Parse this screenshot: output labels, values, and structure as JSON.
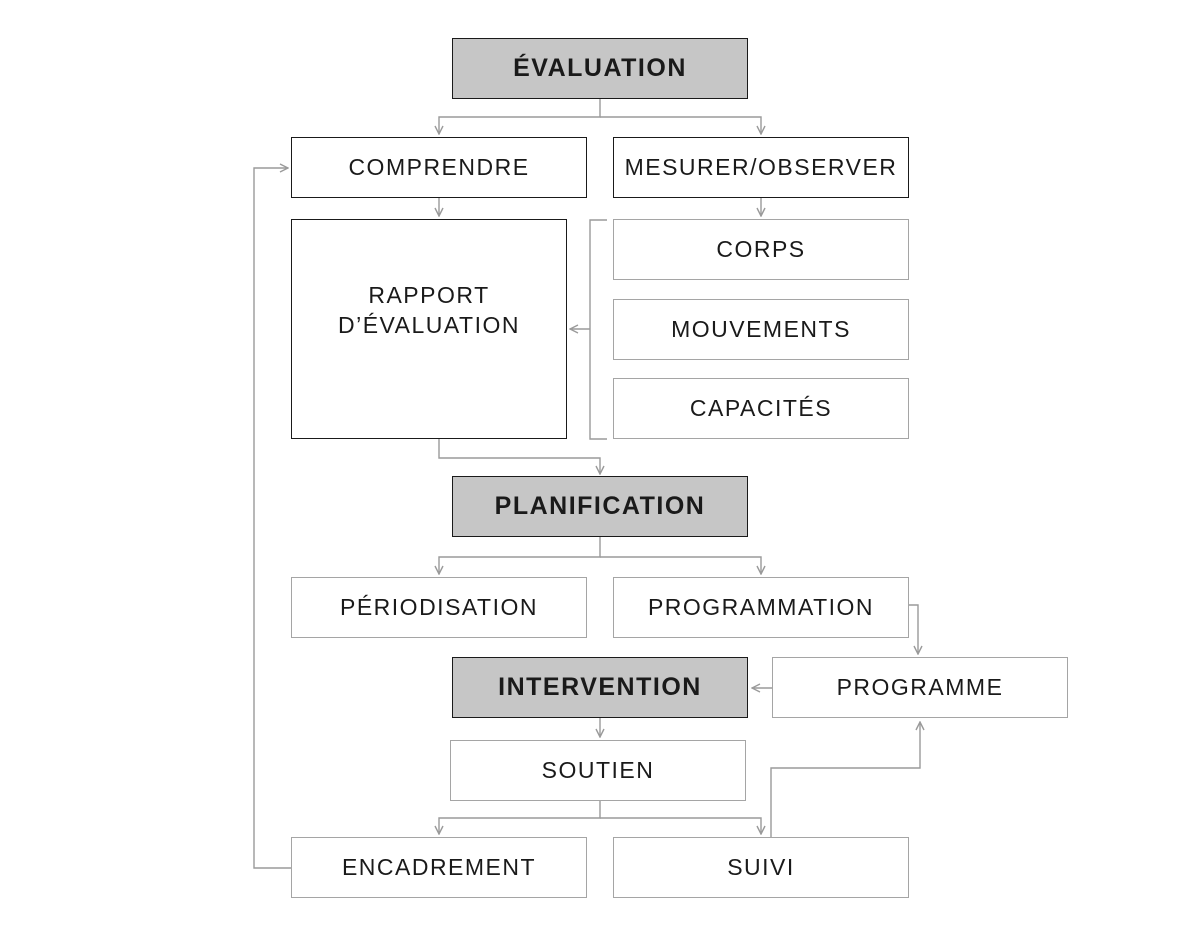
{
  "boxes": {
    "evaluation": "ÉVALUATION",
    "comprendre": "COMPRENDRE",
    "mesurer": "MESURER/OBSERVER",
    "rapport_line1": "RAPPORT",
    "rapport_line2": "D’ÉVALUATION",
    "corps": "CORPS",
    "mouvements": "MOUVEMENTS",
    "capacites": "CAPACITÉS",
    "planification": "PLANIFICATION",
    "periodisation": "PÉRIODISATION",
    "programmation": "PROGRAMMATION",
    "intervention": "INTERVENTION",
    "programme": "PROGRAMME",
    "soutien": "SOUTIEN",
    "encadrement": "ENCADREMENT",
    "suivi": "SUIVI"
  },
  "colors": {
    "header_fill": "#c6c6c6",
    "dark_stroke": "#1a1a1a",
    "light_stroke": "#a5a5a5",
    "connector": "#9a9a9a"
  }
}
